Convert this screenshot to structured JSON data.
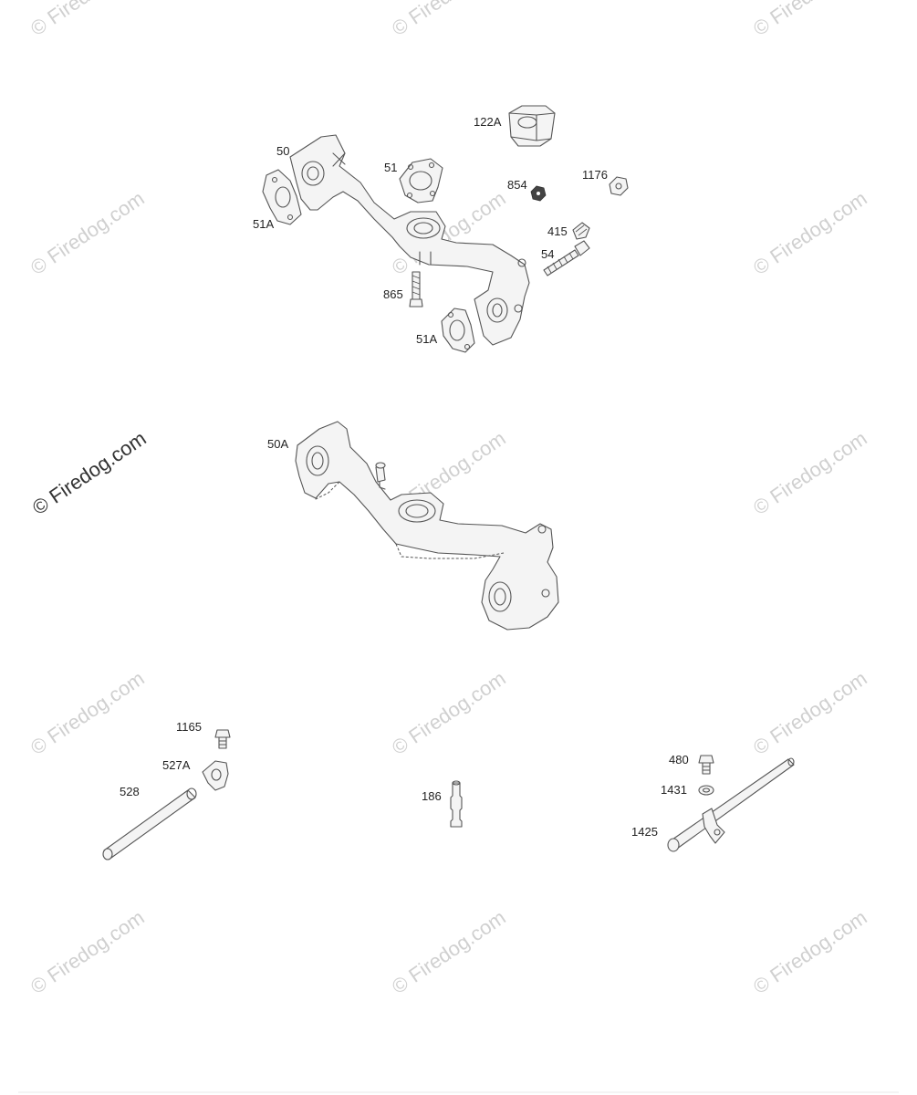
{
  "watermark": {
    "text": "© Firedog.com",
    "main_text": "© Firedog.com"
  },
  "labels": {
    "p122A": "122A",
    "p50": "50",
    "p51": "51",
    "p854": "854",
    "p1176": "1176",
    "p51A_left": "51A",
    "p415": "415",
    "p54": "54",
    "p865": "865",
    "p51A_bottom": "51A",
    "p50A": "50A",
    "p1165": "1165",
    "p527A": "527A",
    "p528": "528",
    "p186": "186",
    "p480": "480",
    "p1431": "1431",
    "p1425": "1425"
  }
}
